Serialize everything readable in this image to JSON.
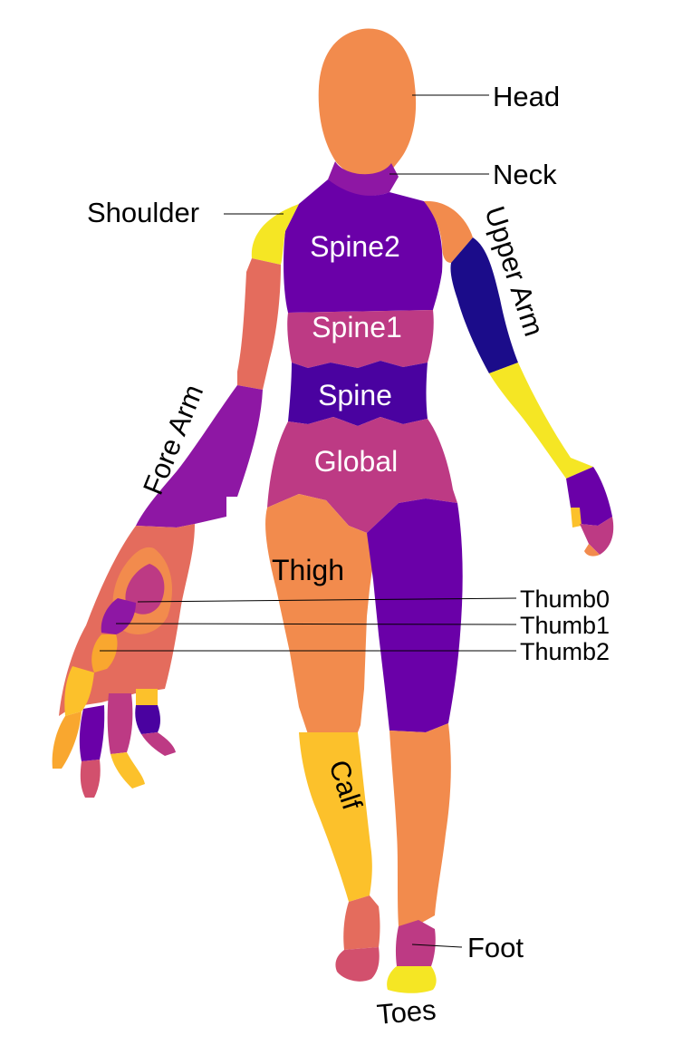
{
  "colors": {
    "orange": "#f28b4d",
    "salmon": "#e46c5d",
    "pink": "#d2506d",
    "magenta": "#bd3a84",
    "purple": "#8e17a4",
    "violet": "#6a00a8",
    "indigo": "#4a02a0",
    "navy": "#1b0c8a",
    "yellow": "#f5e624",
    "gold": "#fcc12b",
    "amber": "#f9a72f"
  },
  "labels": {
    "head": "Head",
    "neck": "Neck",
    "shoulder": "Shoulder",
    "upper_arm": "Upper Arm",
    "spine2": "Spine2",
    "spine1": "Spine1",
    "spine": "Spine",
    "global": "Global",
    "fore_arm": "Fore Arm",
    "thigh": "Thigh",
    "thumb0": "Thumb0",
    "thumb1": "Thumb1",
    "thumb2": "Thumb2",
    "calf": "Calf",
    "foot": "Foot",
    "toes": "Toes"
  }
}
